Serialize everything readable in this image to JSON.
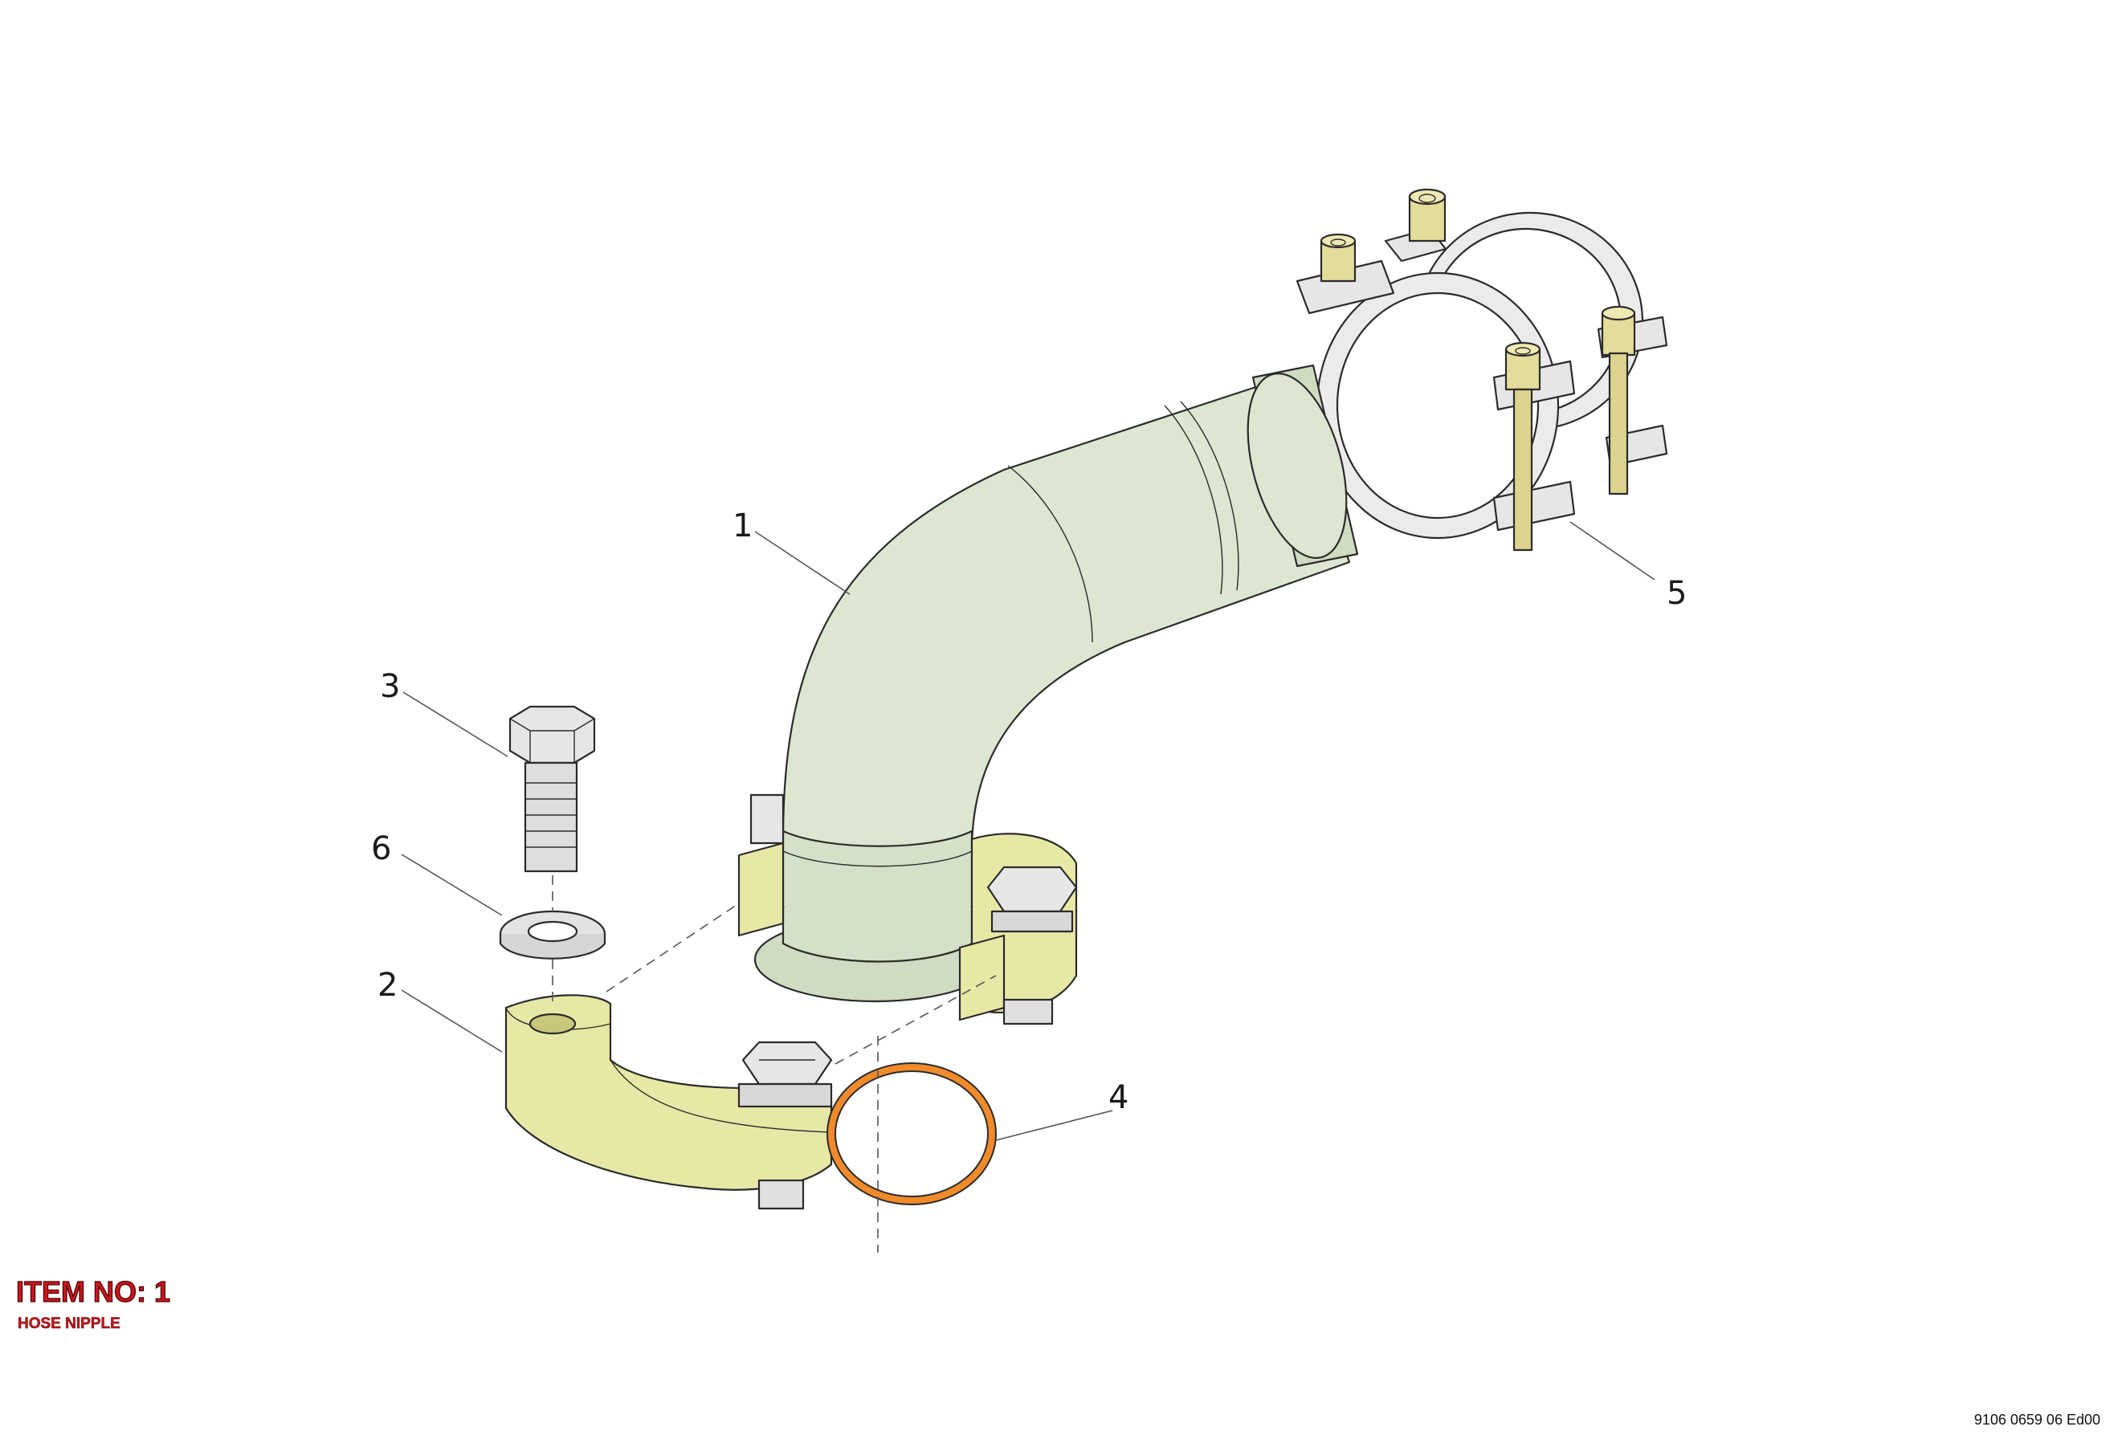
{
  "callouts": {
    "c1": "1",
    "c2": "2",
    "c3": "3",
    "c4": "4",
    "c5": "5",
    "c6": "6"
  },
  "item": {
    "number": "ITEM NO: 1",
    "name": "HOSE NIPPLE"
  },
  "document_number": "9106 0659 06 Ed00",
  "colors": {
    "hose_nipple": "#dce6d0",
    "clamp_half": "#e8e8a6",
    "o_ring": "#f08a2a",
    "bolt": "#e6e6e6",
    "outline": "#2b2b2b",
    "title_red": "#c8161d"
  }
}
